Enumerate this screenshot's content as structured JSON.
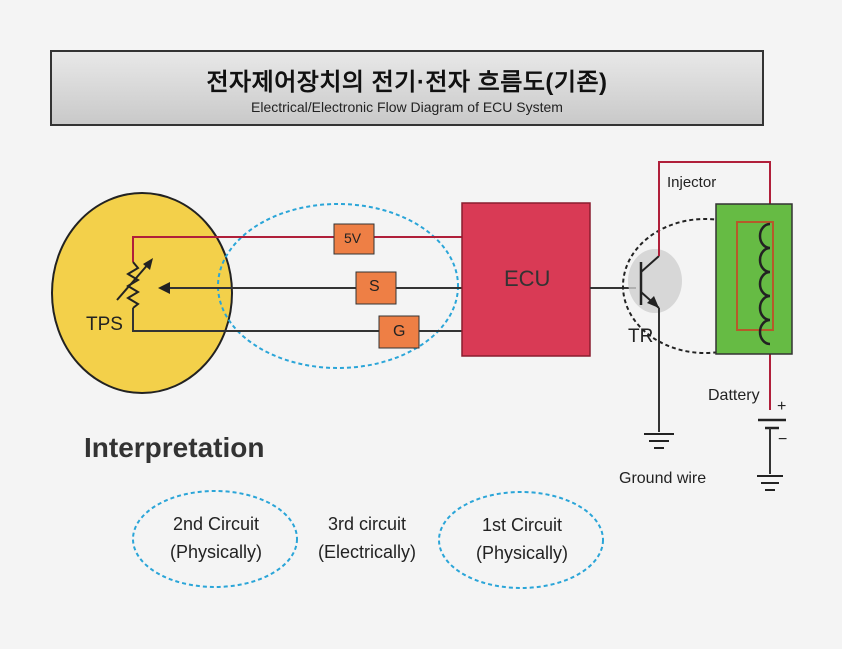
{
  "header": {
    "title_ko": "전자제어장치의 전기·전자 흐름도(기존)",
    "title_en": "Electrical/Electronic Flow Diagram of ECU System"
  },
  "diagram": {
    "tps_label": "TPS",
    "pin_5v": "5V",
    "pin_s": "S",
    "pin_g": "G",
    "ecu_label": "ECU",
    "tr_label": "TR",
    "injector_label": "Injector",
    "battery_label": "Dattery",
    "plus_sign": "+",
    "minus_sign": "−",
    "ground_label": "Ground wire"
  },
  "interpretation": {
    "heading": "Interpretation",
    "circuits": [
      {
        "line1": "2nd Circuit",
        "line2": "(Physically)"
      },
      {
        "line1": "3rd circuit",
        "line2": "(Electrically)"
      },
      {
        "line1": "1st Circuit",
        "line2": "(Physically)"
      }
    ]
  },
  "colors": {
    "tps_fill": "#f3d04a",
    "ecu_fill": "#d93a55",
    "pin_fill": "#ee7f45",
    "injector_fill": "#66bb44",
    "wire_red": "#b01f3a",
    "dashed_blue": "#2aa5d8"
  }
}
